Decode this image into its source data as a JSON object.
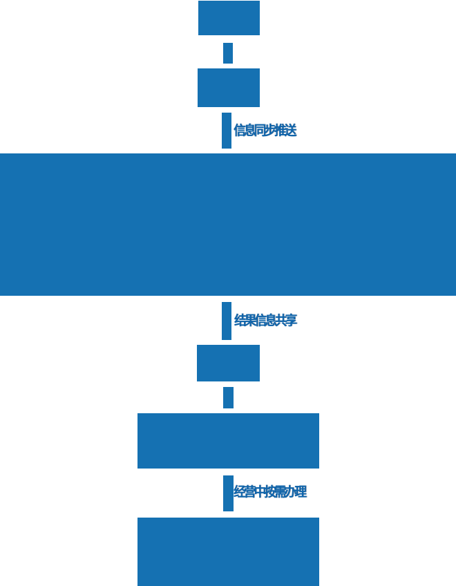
{
  "palette": {
    "node_fill": "#1571b2",
    "edge_label_color": "#0e64ab",
    "background": "#ffffff"
  },
  "flowchart": {
    "nodes": [
      {
        "id": "node-1-top",
        "text": ""
      },
      {
        "id": "node-2",
        "text": ""
      },
      {
        "id": "node-3-full-width",
        "text": ""
      },
      {
        "id": "node-4",
        "text": ""
      },
      {
        "id": "node-5-wide",
        "text": ""
      },
      {
        "id": "node-6-bottom",
        "text": ""
      }
    ],
    "edge_labels": [
      {
        "id": "edge-label-1",
        "text": "信息同步推送"
      },
      {
        "id": "edge-label-2",
        "text": "结果信息共享"
      },
      {
        "id": "edge-label-3",
        "text": "经营中按需办理"
      }
    ]
  }
}
